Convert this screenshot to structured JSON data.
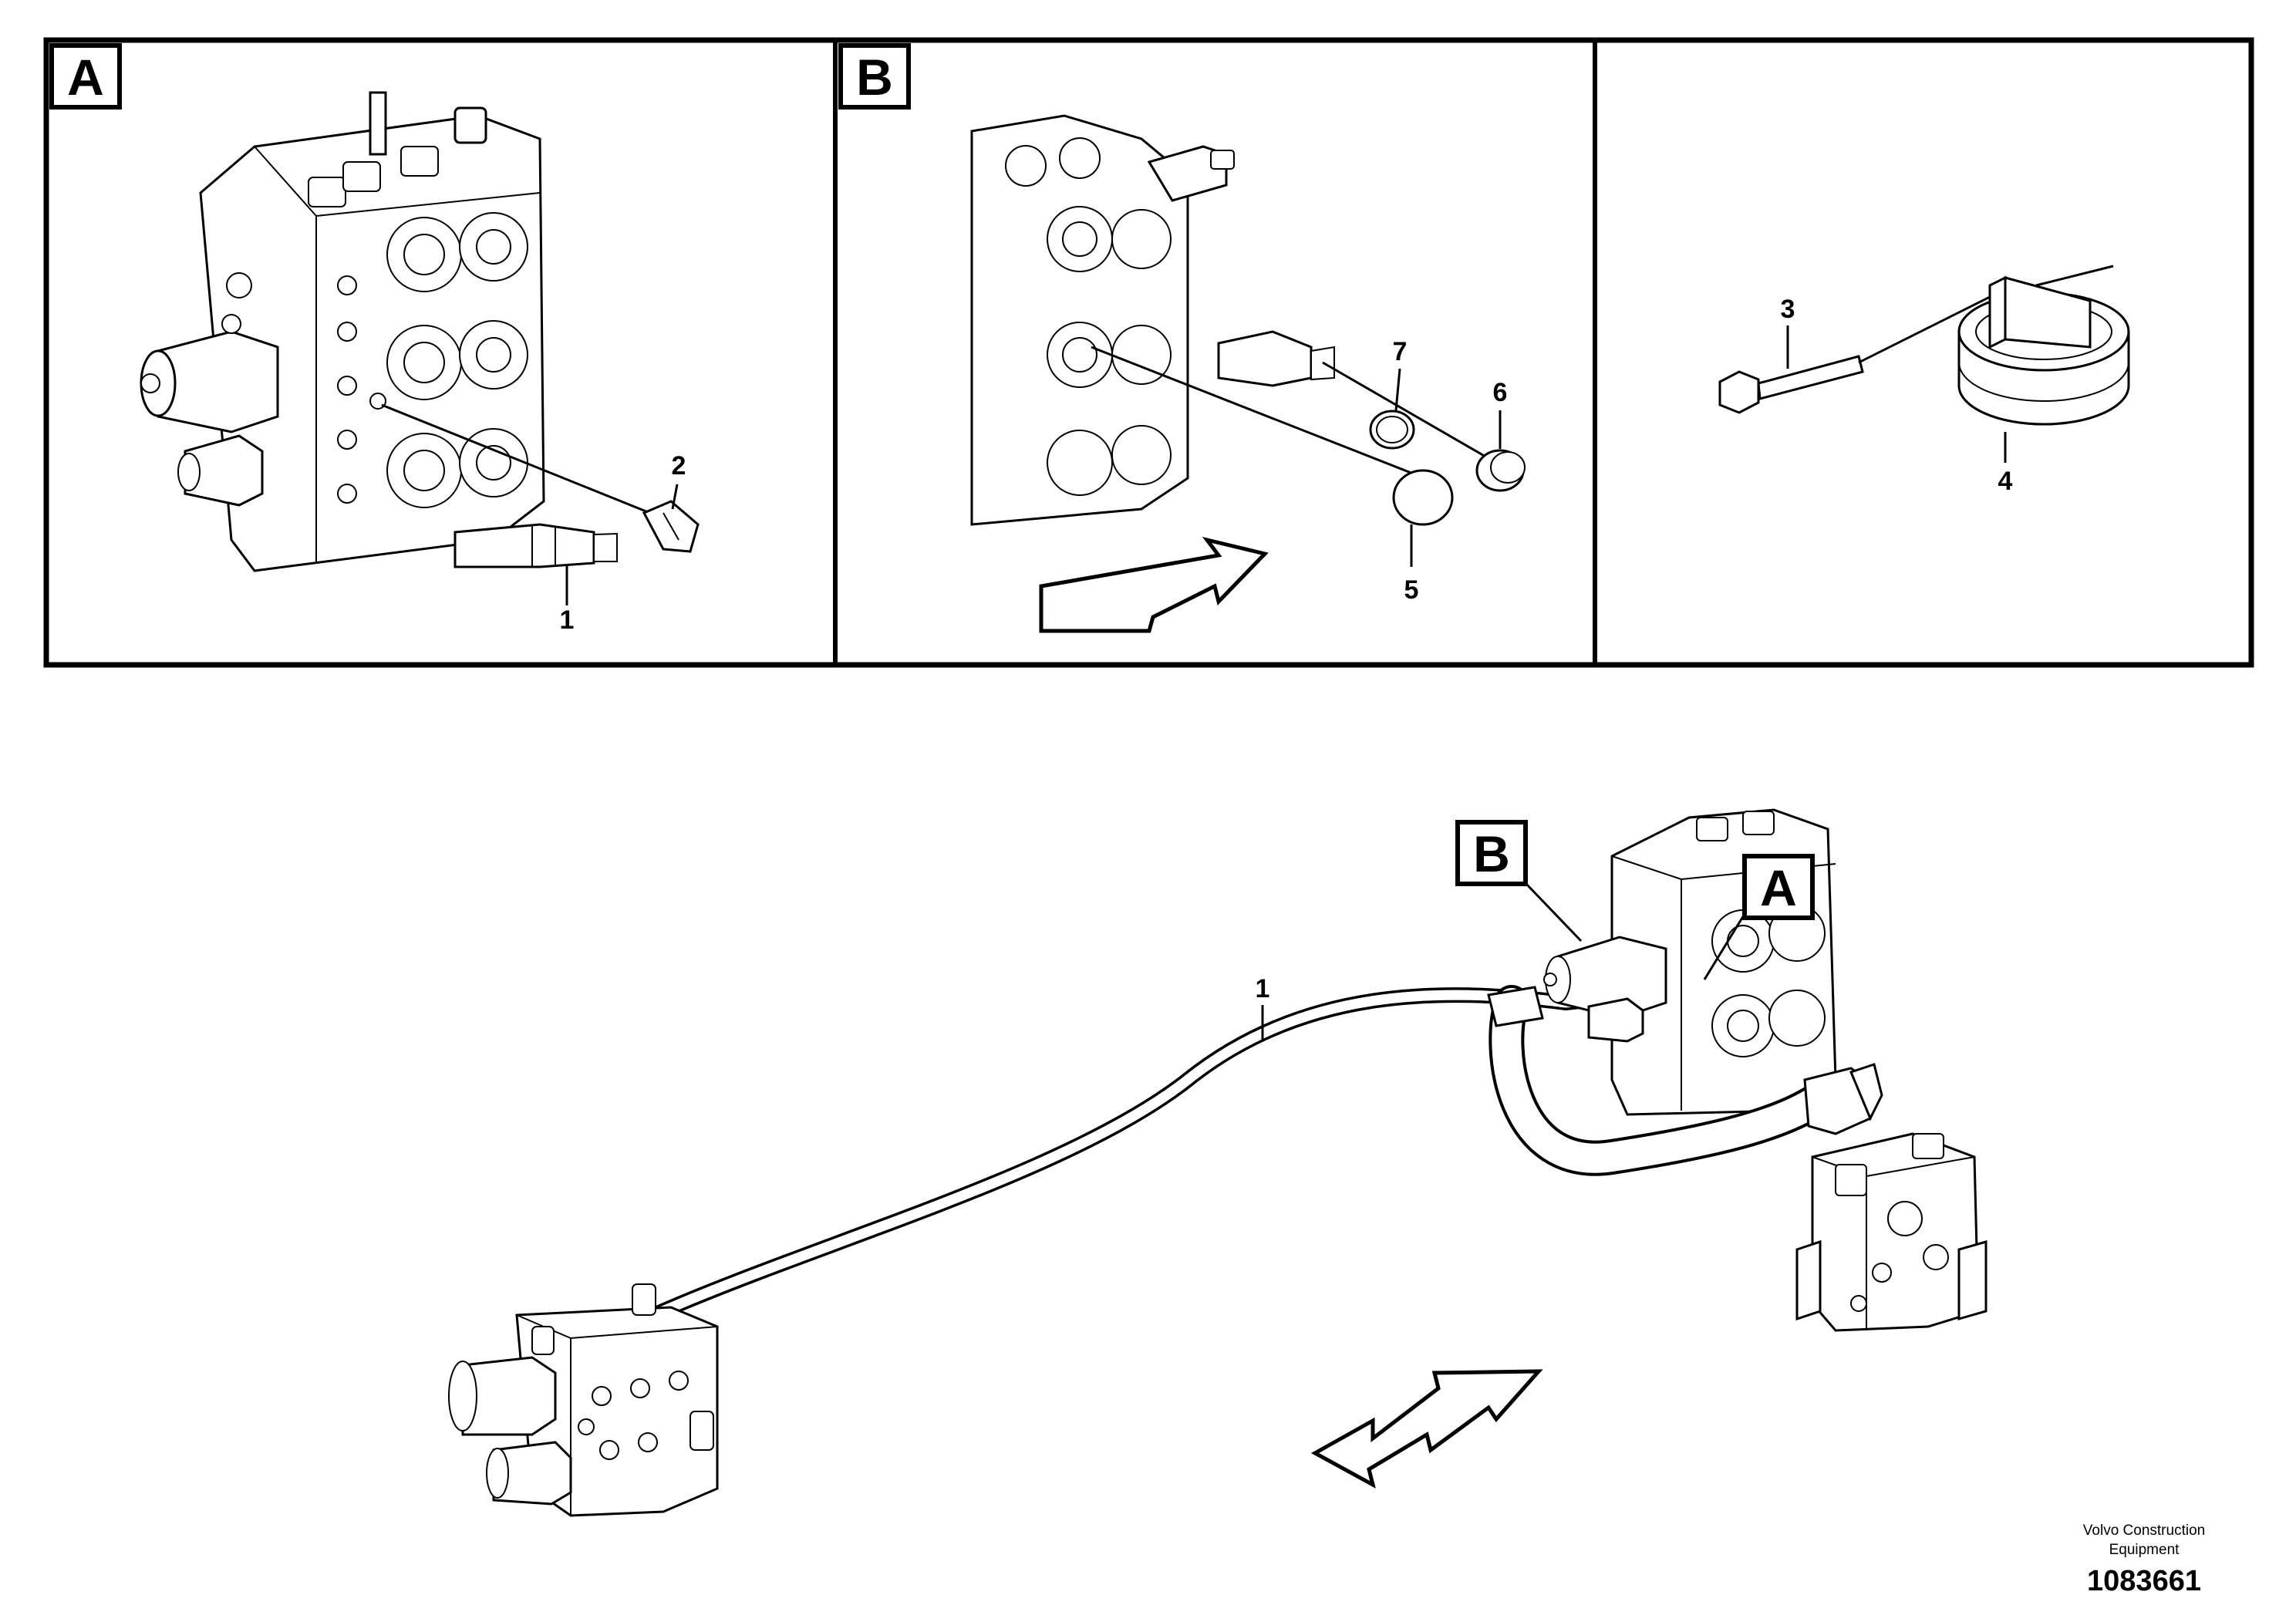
{
  "detail_views": {
    "a": {
      "tag": "A",
      "callouts": [
        "1",
        "2"
      ]
    },
    "b": {
      "tag": "B",
      "callouts": [
        "5",
        "6",
        "7"
      ]
    },
    "c": {
      "callouts": [
        "3",
        "4"
      ]
    }
  },
  "overview": {
    "tags": [
      "B",
      "A"
    ],
    "callout": "1"
  },
  "footer": {
    "manufacturer_line1": "Volvo Construction",
    "manufacturer_line2": "Equipment",
    "illustration_id": "1083661"
  }
}
